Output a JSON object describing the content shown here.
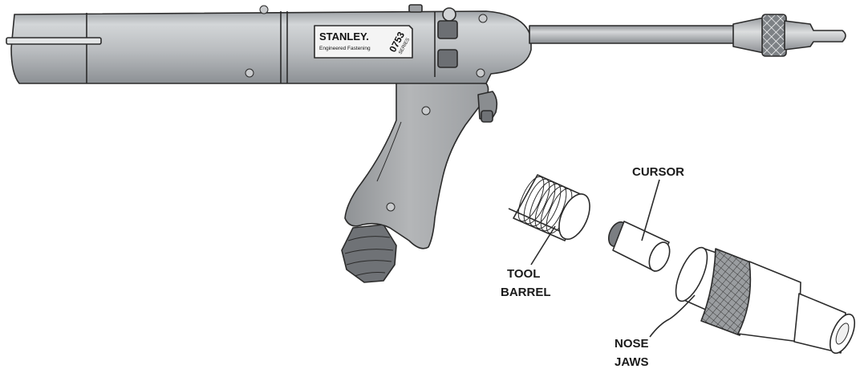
{
  "labels": {
    "cursor": "CURSOR",
    "tool_barrel_line1": "TOOL",
    "tool_barrel_line2": "BARREL",
    "nose_jaws_line1": "NOSE",
    "nose_jaws_line2": "JAWS"
  },
  "tool_branding": {
    "brand": "STANLEY.",
    "tagline": "Engineered Fastening",
    "model": "0753",
    "model_sub": "SERIES"
  },
  "colors": {
    "body": "#b9bcbf",
    "body_dark": "#8f9397",
    "grip": "#a9abad",
    "rod": "#a4a7aa",
    "outline": "#2b2b2b"
  }
}
